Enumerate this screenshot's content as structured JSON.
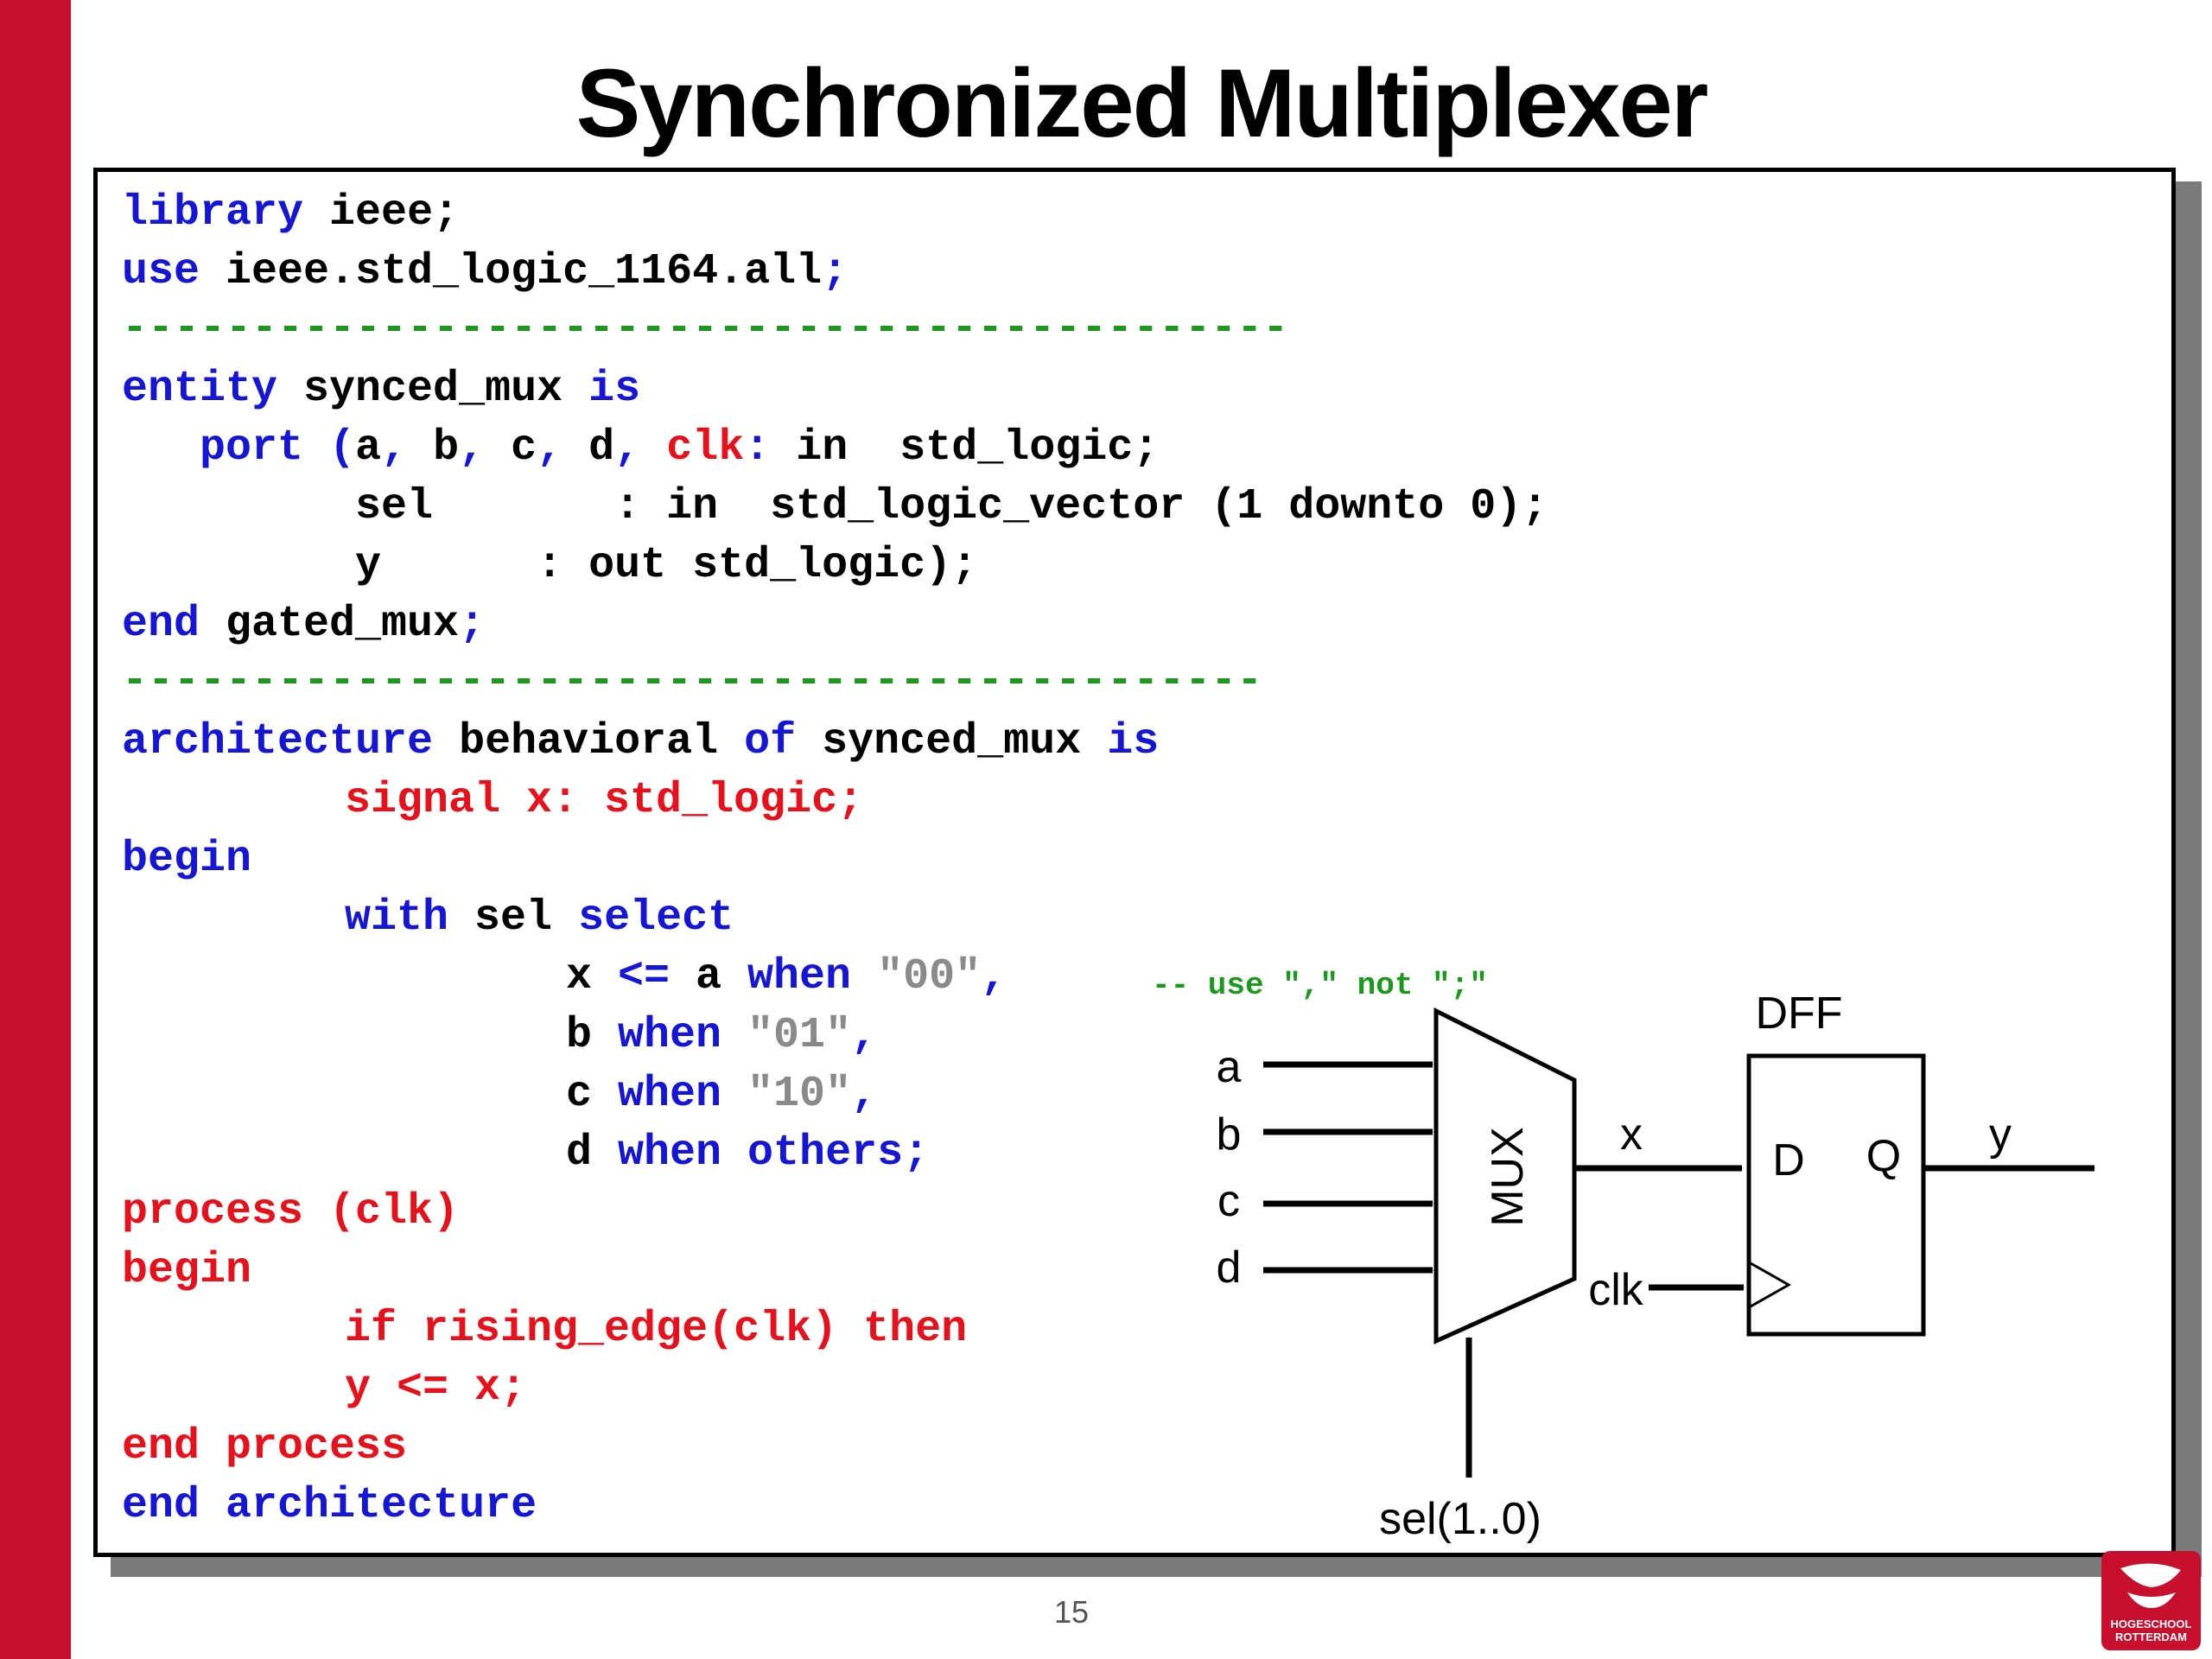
{
  "slide": {
    "title": "Synchronized Multiplexer",
    "page_number": "15",
    "logo_text": "HOGESCHOOL ROTTERDAM"
  },
  "colors": {
    "accent_bar": "#c8102e",
    "keyword": "#1515d8",
    "highlight": "#e8101a",
    "comment": "#1a9a1a",
    "string": "#8a8a8a"
  },
  "code": {
    "l01": {
      "t1": "library",
      "t2": " ieee;"
    },
    "l02": {
      "t1": "use",
      "t2": " ieee.std_logic_1164.all",
      "t3": ";"
    },
    "l03": {
      "t1": "---------------------------------------------"
    },
    "l04": {
      "t1": "entity",
      "t2": " synced_mux ",
      "t3": "is"
    },
    "l05": {
      "t1": "   port ",
      "t2": "(",
      "t3": "a",
      "t4": ", ",
      "t5": "b",
      "t6": ", ",
      "t7": "c",
      "t8": ", ",
      "t9": "d",
      "t10": ", ",
      "t11": "clk",
      "t12": ":",
      "t13": " in  std_logic;"
    },
    "l06": {
      "t1": "         sel       : in  std_logic_vector (1 downto 0);"
    },
    "l07": {
      "t1": "         y      : out std_logic);"
    },
    "l08": {
      "t1": "end",
      "t2": " gated_mux",
      "t3": ";"
    },
    "l09": {
      "t1": "--------------------------------------------"
    },
    "l10": {
      "t1": "architecture",
      "t2": " behavioral ",
      "t3": "of",
      "t4": " synced_mux ",
      "t5": "is"
    },
    "l11": {
      "t1": "signal x: std_logic;"
    },
    "l12": {
      "t1": "begin"
    },
    "l13": {
      "t1": "with",
      "t2": " sel ",
      "t3": "select"
    },
    "l14": {
      "t1": "x ",
      "t2": "<=",
      "t3": " a ",
      "t4": "when",
      "t5": " \"00\"",
      "t6": ",",
      "comment": "-- use \",\" not \";\""
    },
    "l15": {
      "t1": "b ",
      "t2": "when",
      "t3": " \"01\"",
      "t4": ","
    },
    "l16": {
      "t1": "c ",
      "t2": "when",
      "t3": " \"10\"",
      "t4": ","
    },
    "l17": {
      "t1": "d ",
      "t2": "when",
      "t3": " others;"
    },
    "l18": {
      "t1": "process (clk)"
    },
    "l19": {
      "t1": "begin"
    },
    "l20": {
      "t1": "if rising_edge(clk) then"
    },
    "l21": {
      "t1": "y <= x;"
    },
    "l22": {
      "t1": "end process"
    },
    "l23": {
      "t1": "end",
      "t2": " architecture"
    }
  },
  "diagram": {
    "inputs": [
      "a",
      "b",
      "c",
      "d"
    ],
    "mux_label": "MUX",
    "mux_output_label": "x",
    "dff_title": "DFF",
    "dff_d": "D",
    "dff_q": "Q",
    "clock_label": "clk",
    "output_label": "y",
    "select_label": "sel(1..0)"
  }
}
